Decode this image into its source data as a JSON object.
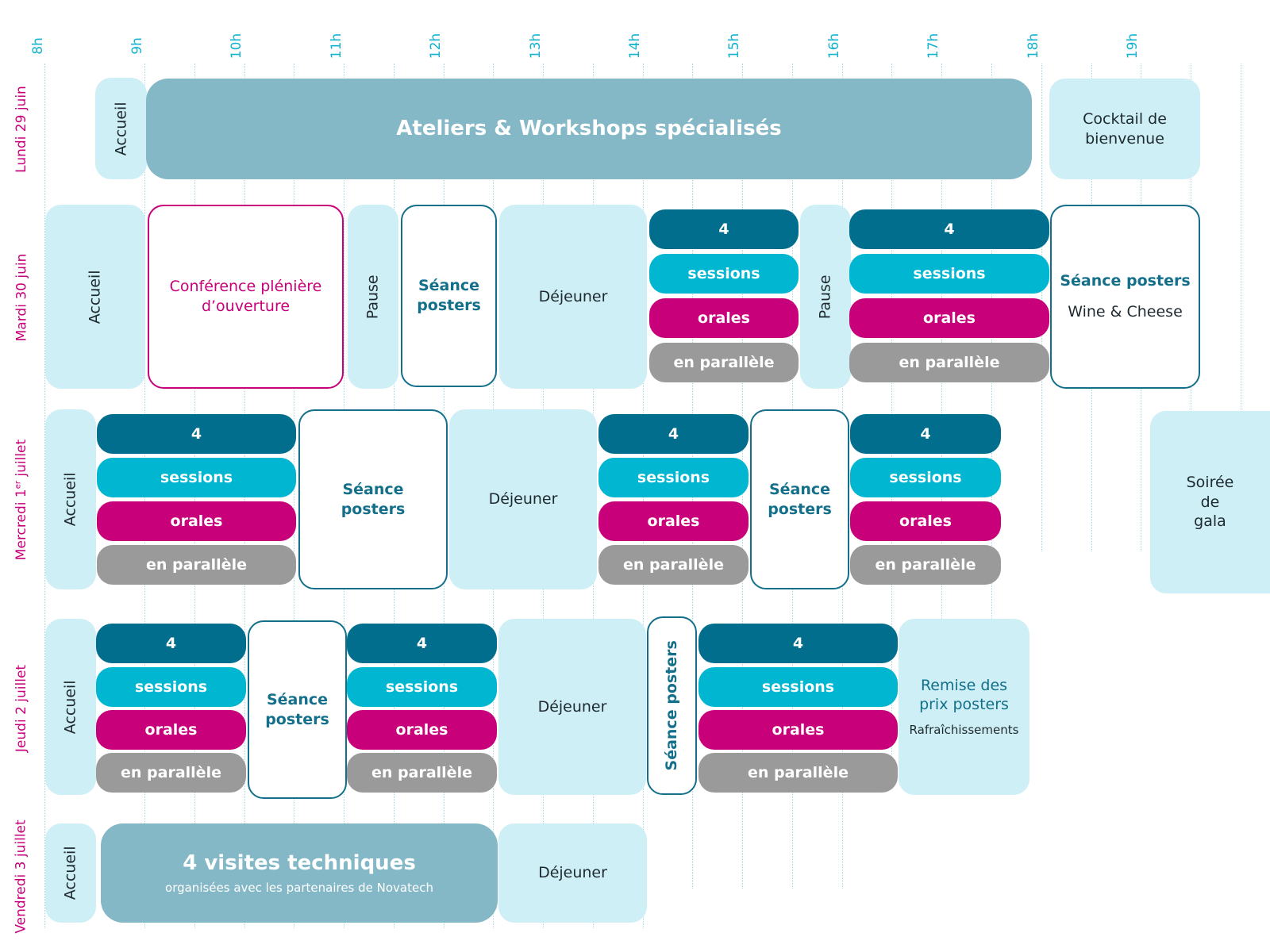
{
  "hours": [
    "8h",
    "9h",
    "10h",
    "11h",
    "12h",
    "13h",
    "14h",
    "15h",
    "16h",
    "17h",
    "18h",
    "19h"
  ],
  "days": [
    "Lundi 29 juin",
    "Mardi 30 juin",
    "Mercredi 1er juillet",
    "Jeudi 2 juillet",
    "Vendredi 3 juillet"
  ],
  "labels": {
    "accueil": "Accueil",
    "pause": "Pause",
    "dejeuner": "Déjeuner",
    "seance": "Séance",
    "posters": "posters",
    "seance_posters": "Séance posters",
    "ateliers": "Ateliers & Workshops spécialisés",
    "cocktail_1": "Cocktail de",
    "cocktail_2": "bienvenue",
    "pleniere_1": "Conférence plénière",
    "pleniere_2": "d’ouverture",
    "wine": "Wine & Cheese",
    "soiree_1": "Soirée",
    "soiree_2": "de",
    "soiree_3": "gala",
    "remise_1": "Remise des",
    "remise_2": "prix posters",
    "rafraichissements": "Rafraîchissements",
    "visites": "4 visites techniques",
    "visites_sub": "organisées avec les partenaires de Novatech",
    "s_4": "4",
    "s_sessions": "sessions",
    "s_orales": "orales",
    "s_parallele": "en parallèle"
  },
  "colors": {
    "light": "#cdeff5",
    "teal": "#84b8c7",
    "dark_blue": "#006e8c",
    "cyan": "#00b6d0",
    "magenta": "#c8007a",
    "grey": "#9a9a9a",
    "poster_border": "#136f8a"
  }
}
